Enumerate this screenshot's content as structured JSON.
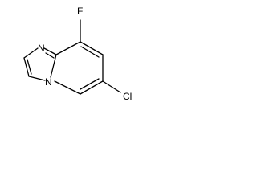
{
  "molecule": {
    "atoms": {
      "F": "F",
      "N_bridge": "N",
      "N_ring": "N",
      "Cl": "Cl"
    },
    "colors": {
      "bond": "#000000",
      "label": "#000000",
      "background": "#ffffff"
    }
  }
}
